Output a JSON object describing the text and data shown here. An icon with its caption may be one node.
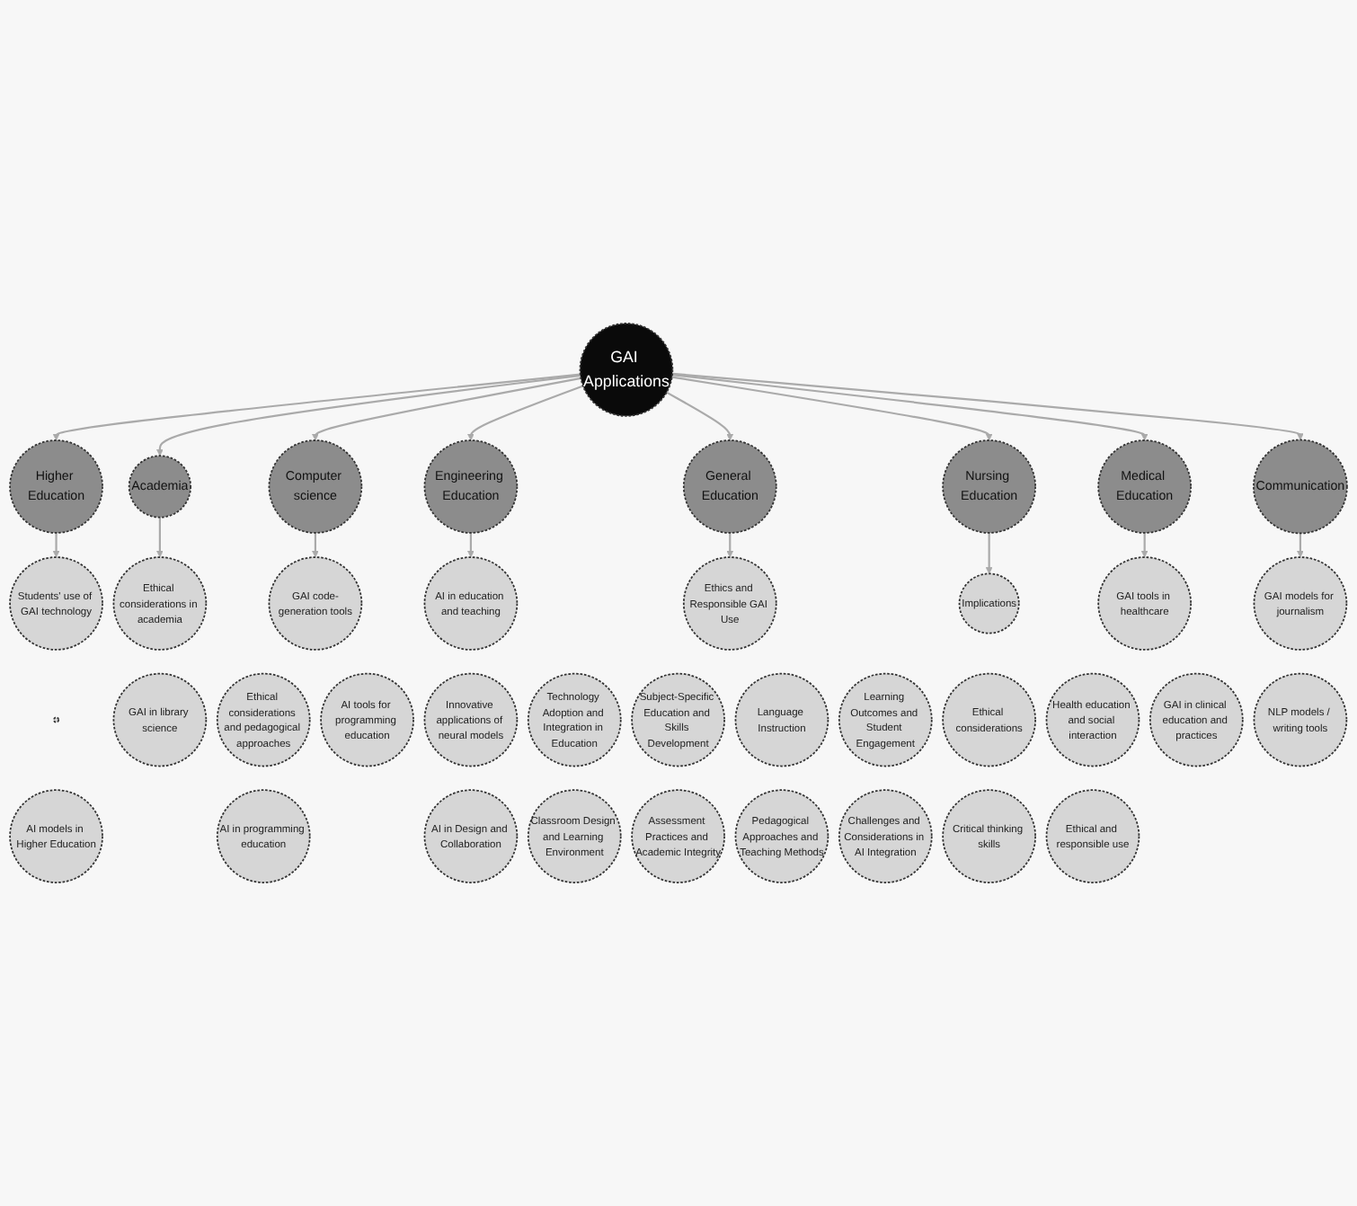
{
  "diagram": {
    "nodes": [
      {
        "text": [
          "GAI Applications"
        ]
      },
      {
        "text": [
          "Higher Education"
        ]
      },
      {
        "text": [],
        "shape": "circle"
      },
      {
        "text": [
          "Students' use of GAI technology"
        ]
      },
      {
        "text": [
          "AI models in Higher Education"
        ]
      },
      {
        "text": [
          "Academia"
        ]
      },
      {
        "text": [
          "Ethical considerations in academia"
        ]
      },
      {
        "text": [
          "GAI in library science"
        ]
      },
      {
        "text": [
          "Computer science"
        ]
      },
      {
        "text": [
          "GAI code-generation tools"
        ]
      },
      {
        "text": [
          "Ethical considerations and pedagogical approaches"
        ]
      },
      {
        "text": [
          "AI in programming education"
        ]
      },
      {
        "text": [
          "AI tools for programming education"
        ]
      },
      {
        "text": [
          "Engineering Education"
        ]
      },
      {
        "text": [
          "AI in education and teaching"
        ]
      },
      {
        "text": [
          "Innovative applications of neural models"
        ]
      },
      {
        "text": [
          "AI in Design and Collaboration"
        ]
      },
      {
        "text": [
          "General Education"
        ]
      },
      {
        "text": [
          "Technology Adoption and Integration in Education"
        ]
      },
      {
        "text": [
          "Classroom Design and Learning Environment"
        ]
      },
      {
        "text": [
          "Ethics and Responsible GAI Use"
        ]
      },
      {
        "text": [
          "Subject-Specific Education and Skills Development"
        ]
      },
      {
        "text": [
          "Assessment Practices and Academic Integrity"
        ]
      },
      {
        "text": [
          "Language Instruction"
        ]
      },
      {
        "text": [
          "Pedagogical Approaches and Teaching Methods"
        ]
      },
      {
        "text": [
          "Learning Outcomes and Student Engagement"
        ]
      },
      {
        "text": [
          "Challenges and Considerations in AI Integration"
        ]
      },
      {
        "text": [
          "Nursing Education"
        ]
      },
      {
        "text": [
          "Implications"
        ]
      },
      {
        "text": [
          "Ethical considerations"
        ]
      },
      {
        "text": [
          "Critical thinking skills"
        ]
      },
      {
        "text": [
          "Medical Education"
        ]
      },
      {
        "text": [
          "Health education and social interaction"
        ]
      },
      {
        "text": [
          "GAI tools in healthcare"
        ]
      },
      {
        "text": [
          "Ethical and responsible use"
        ]
      },
      {
        "text": [
          "GAI in clinical education and practices"
        ]
      },
      {
        "text": [
          "Communication"
        ]
      },
      {
        "text": [
          "NLP models / writing tools"
        ]
      },
      {
        "text": [
          "GAI models for journalism"
        ]
      }
    ],
    "edges": [
      {
        "from": 0,
        "to": 1,
        "arrow": "to"
      },
      {
        "from": 0,
        "to": 5,
        "arrow": "to"
      },
      {
        "from": 0,
        "to": 8,
        "arrow": "to"
      },
      {
        "from": 0,
        "to": 13,
        "arrow": "to"
      },
      {
        "from": 0,
        "to": 17,
        "arrow": "to"
      },
      {
        "from": 0,
        "to": 27,
        "arrow": "to"
      },
      {
        "from": 0,
        "to": 31,
        "arrow": "to"
      },
      {
        "from": 0,
        "to": 36,
        "arrow": "to"
      },
      {
        "from": 1,
        "to": 3,
        "arrow": "to"
      },
      {
        "from": 5,
        "to": 6,
        "arrow": "to"
      },
      {
        "from": 8,
        "to": 9,
        "arrow": "to"
      },
      {
        "from": 13,
        "to": 14,
        "arrow": "to"
      },
      {
        "from": 17,
        "to": 20,
        "arrow": "to"
      },
      {
        "from": 27,
        "to": 28,
        "arrow": "to"
      },
      {
        "from": 31,
        "to": 33,
        "arrow": "to"
      },
      {
        "from": 36,
        "to": 38,
        "arrow": "to"
      }
    ]
  }
}
